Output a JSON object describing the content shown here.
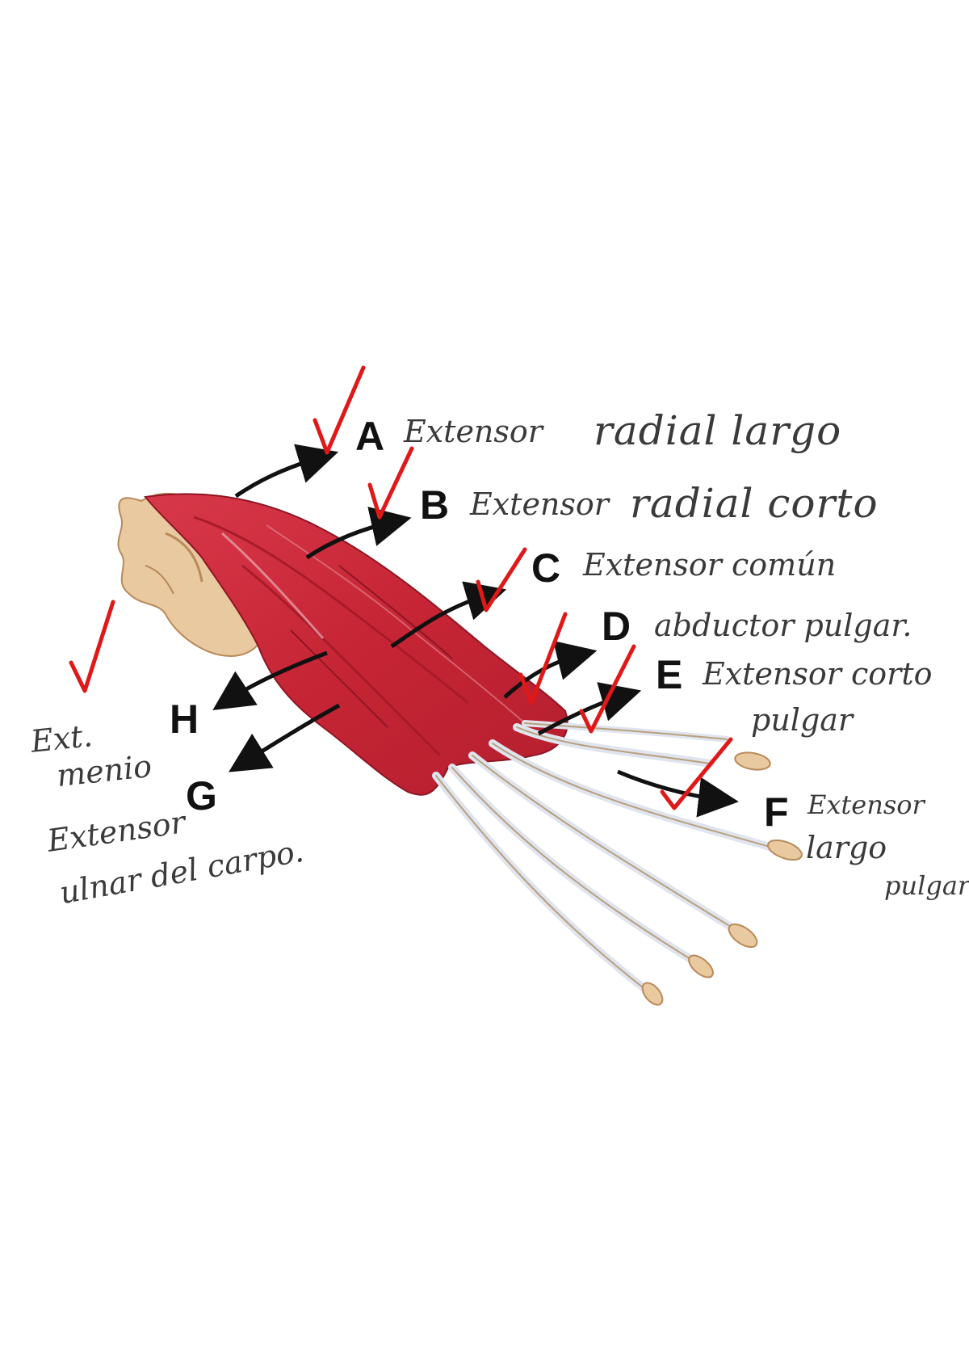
{
  "labels": {
    "A": {
      "letter": "A",
      "answer_1": "Extensor",
      "answer_2": "radial largo"
    },
    "B": {
      "letter": "B",
      "answer_1": "Extensor",
      "answer_2": "radial corto"
    },
    "C": {
      "letter": "C",
      "answer": "Extensor común"
    },
    "D": {
      "letter": "D",
      "answer": "abductor pulgar."
    },
    "E": {
      "letter": "E",
      "answer_1": "Extensor corto",
      "answer_2": "pulgar"
    },
    "F": {
      "letter": "F",
      "answer_1": "Extensor",
      "answer_2": "largo",
      "answer_3": "pulgar"
    },
    "G": {
      "letter": "G",
      "answer_1": "Extensor",
      "answer_2": "ulnar del carpo."
    },
    "H": {
      "letter": "H",
      "answer_1": "Ext.",
      "answer_2": "menio"
    }
  },
  "colors": {
    "muscle": "#cf2a3a",
    "muscle_dark": "#a81b2a",
    "bone": "#e8c9a0",
    "tendon": "#dfe4ee",
    "arrow": "#111111",
    "check": "#e01818",
    "handwriting": "#3a3a3a"
  }
}
